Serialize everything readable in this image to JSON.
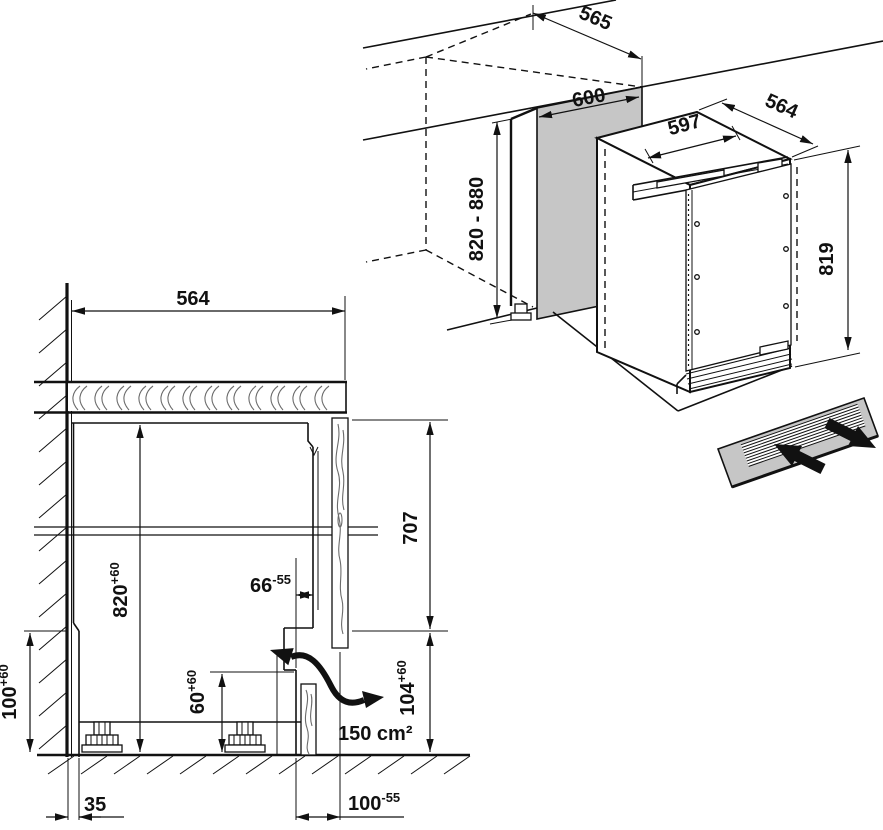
{
  "meta": {
    "background": "#ffffff",
    "line_color": "#111111",
    "panel_gray": "#c6c6c6",
    "description": "Built-under appliance installation drawing: isometric niche and appliance views, cross-section with mounting dimensions, plinth ventilation grille detail"
  },
  "iso": {
    "niche_depth": "565",
    "niche_width": "600",
    "niche_height": "820 - 880",
    "appliance_width": "597",
    "appliance_depth": "564",
    "appliance_height": "819"
  },
  "section": {
    "recess_width": "564",
    "recess_height": {
      "value": "820",
      "tol": "+60"
    },
    "front_panel_height": "707",
    "front_gap": {
      "value": "66",
      "tol": "-55"
    },
    "bottom_front_height": {
      "value": "104",
      "tol": "+60"
    },
    "air_outlet_height": {
      "value": "60",
      "tol": "+60"
    },
    "plinth_recess_height": {
      "value": "100",
      "tol": "+60"
    },
    "rear_gap": "35",
    "plinth_depth": {
      "value": "100",
      "tol": "-55"
    },
    "vent_cross_section": "150 cm²"
  }
}
